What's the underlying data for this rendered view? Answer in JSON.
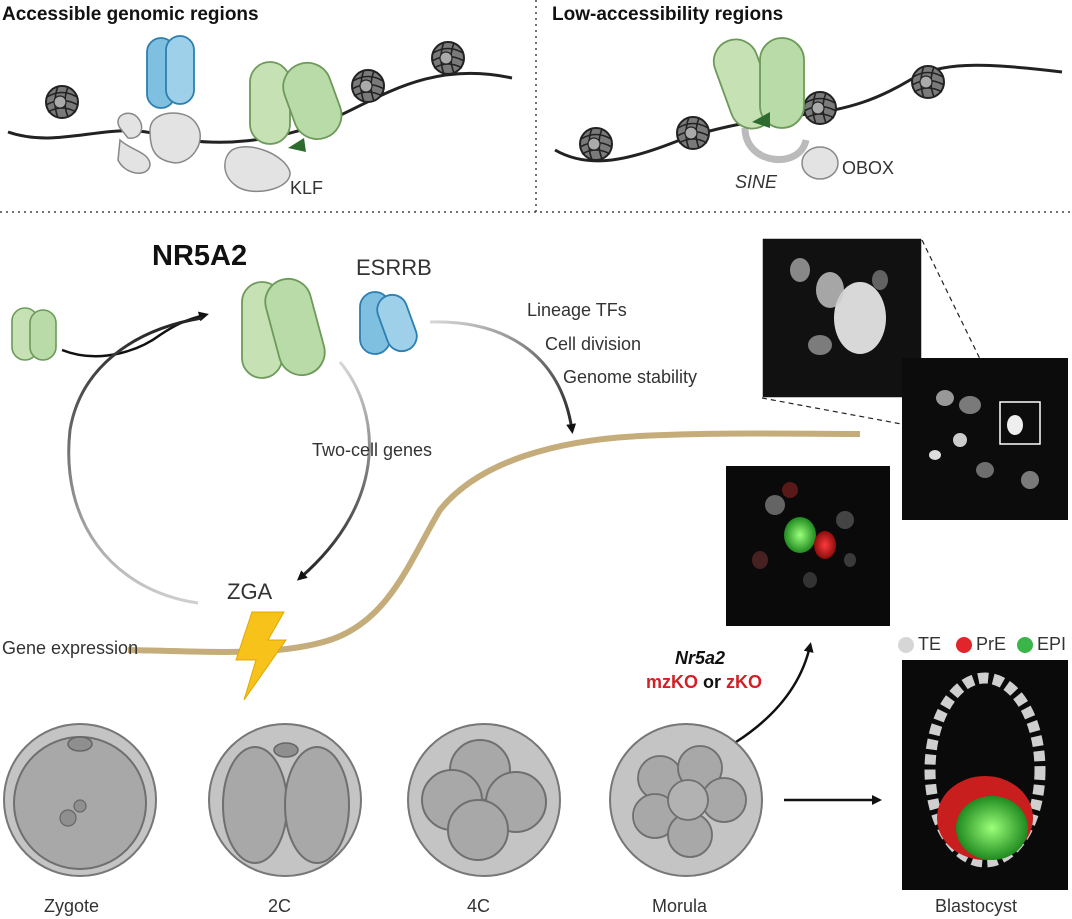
{
  "top_panels": {
    "left_title": "Accessible genomic regions",
    "right_title": "Low-accessibility regions",
    "klf_label": "KLF",
    "sine_label": "SINE",
    "obox_label": "OBOX"
  },
  "middle": {
    "nr5a2_label": "NR5A2",
    "esrrb_label": "ESRRB",
    "targets": [
      "Lineage TFs",
      "Cell division",
      "Genome stability"
    ],
    "two_cell_genes": "Two-cell genes",
    "zga": "ZGA",
    "gene_expression": "Gene expression"
  },
  "knockout": {
    "gene": "Nr5a2",
    "mzko": "mzKO",
    "or": " or ",
    "zko": "zKO"
  },
  "legend": [
    {
      "label": "TE",
      "color": "#d6d6d6"
    },
    {
      "label": "PrE",
      "color": "#e0262b"
    },
    {
      "label": "EPI",
      "color": "#39b54a"
    }
  ],
  "stages": [
    "Zygote",
    "2C",
    "4C",
    "Morula",
    "Blastocyst"
  ],
  "colors": {
    "nr5a2_green": "#b9dba8",
    "esrrb_blue": "#7fbfe0",
    "expression_curve": "#c4ad7a",
    "lightning": "#f7c21a",
    "pre_red": "#e0262b",
    "epi_green": "#39b54a"
  }
}
